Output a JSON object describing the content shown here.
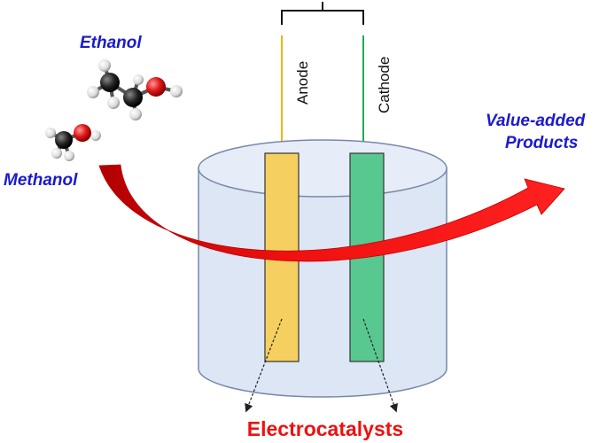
{
  "reactants": {
    "ethanol": "Ethanol",
    "methanol": "Methanol"
  },
  "products": {
    "line1": "Value-added",
    "line2": "Products"
  },
  "electrodes": {
    "anode": "Anode",
    "cathode": "Cathode"
  },
  "electrocatalysts": "Electrocatalysts",
  "colors": {
    "label_blue": "#1a1acc",
    "arrow_red": "#ee1111",
    "anode_fill": "#f5d060",
    "cathode_fill": "#58c890",
    "anode_wire": "#f0b400",
    "cathode_wire": "#22aa55",
    "cell_fill": "#dde6f4",
    "cell_stroke": "#7788aa"
  }
}
